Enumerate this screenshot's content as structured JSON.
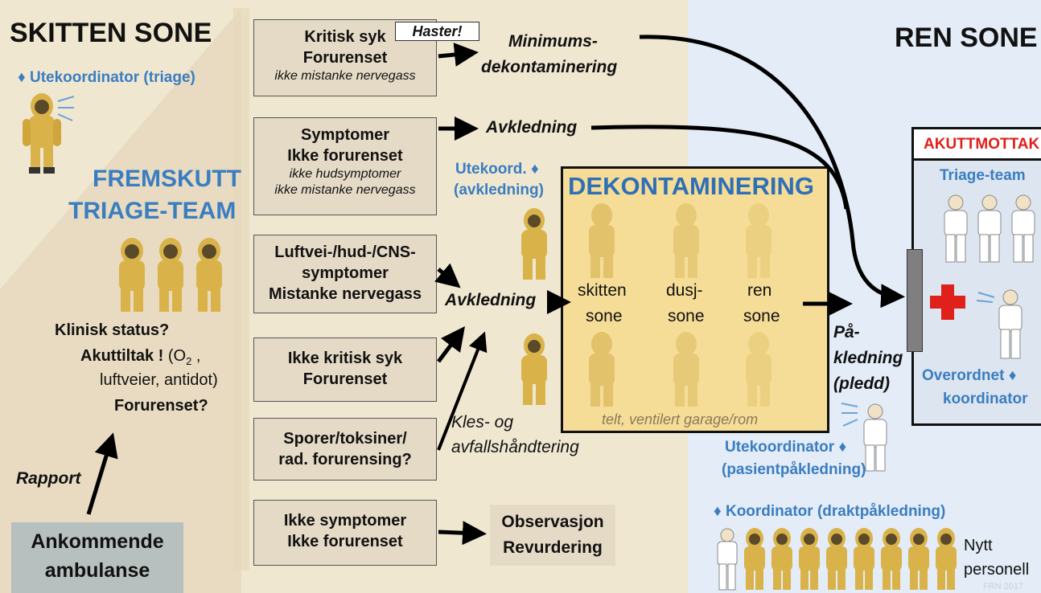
{
  "zones": {
    "dirty": "SKITTEN SONE",
    "clean": "REN SONE"
  },
  "roles": {
    "ute_triage": "♦ Utekoordinator (triage)",
    "ute_avkledning_1": "Utekoord. ♦",
    "ute_avkledning_2": "(avkledning)",
    "ute_pasient_1": "Utekoordinator ♦",
    "ute_pasient_2": "(pasientpåkledning)",
    "koordinator_drakt": "♦ Koordinator (draktpåkledning)",
    "overordnet_1": "Overordnet ♦",
    "overordnet_2": "koordinator"
  },
  "triage_team": {
    "line1": "FREMSKUTT",
    "line2": "TRIAGE-TEAM"
  },
  "assessment": {
    "q1": "Klinisk status?",
    "q2_bold": "Akuttiltak !",
    "q2_rest": " (O",
    "q2_sub": "2",
    "q2_tail": " ,",
    "q3": "luftveier, antidot)",
    "q4": "Forurenset?"
  },
  "rapport": "Rapport",
  "arrival": {
    "line1": "Ankommende",
    "line2": "ambulanse"
  },
  "categories": [
    {
      "l1": "Kritisk syk",
      "l2": "Forurenset",
      "l3": "ikke mistanke nervegass",
      "l4": ""
    },
    {
      "l1": "Symptomer",
      "l2": "Ikke forurenset",
      "l3": "ikke hudsymptomer",
      "l4": "ikke mistanke nervegass"
    },
    {
      "l1": "Luftvei-/hud-/CNS-",
      "l2": "symptomer",
      "l3": "Mistanke nervegass",
      "l4": ""
    },
    {
      "l1": "Ikke kritisk syk",
      "l2": "Forurenset",
      "l3": "",
      "l4": ""
    },
    {
      "l1": "Sporer/toksiner/",
      "l2": "rad. forurensing?",
      "l3": "",
      "l4": ""
    },
    {
      "l1": "Ikke symptomer",
      "l2": "Ikke forurenset",
      "l3": "",
      "l4": ""
    }
  ],
  "haster": "Haster!",
  "actions": {
    "mindekon_1": "Minimums-",
    "mindekon_2": "dekontaminering",
    "avkledning_top": "Avkledning",
    "avkledning_mid": "Avkledning",
    "kles_1": "Kles- og",
    "kles_2": "avfallshåndtering",
    "obs_1": "Observasjon",
    "obs_2": "Revurdering",
    "paakledning_1": "På-",
    "paakledning_2": "kledning",
    "paakledning_3": "(pledd)"
  },
  "decon": {
    "title": "DEKONTAMINERING",
    "s1a": "skitten",
    "s1b": "sone",
    "s2a": "dusj-",
    "s2b": "sone",
    "s3a": "ren",
    "s3b": "sone",
    "footer": "telt, ventilert garage/rom"
  },
  "akuttmottak": {
    "title": "AKUTTMOTTAK",
    "triage": "Triage-team"
  },
  "nytt": {
    "l1": "Nytt",
    "l2": "personell"
  },
  "watermark": "FRN 2017",
  "colors": {
    "suit": "#d9b34a",
    "dirty_bg": "#f0e7d1",
    "clean_bg": "#e3ecf7",
    "blue": "#3a7dc0",
    "red": "#e0201b"
  }
}
